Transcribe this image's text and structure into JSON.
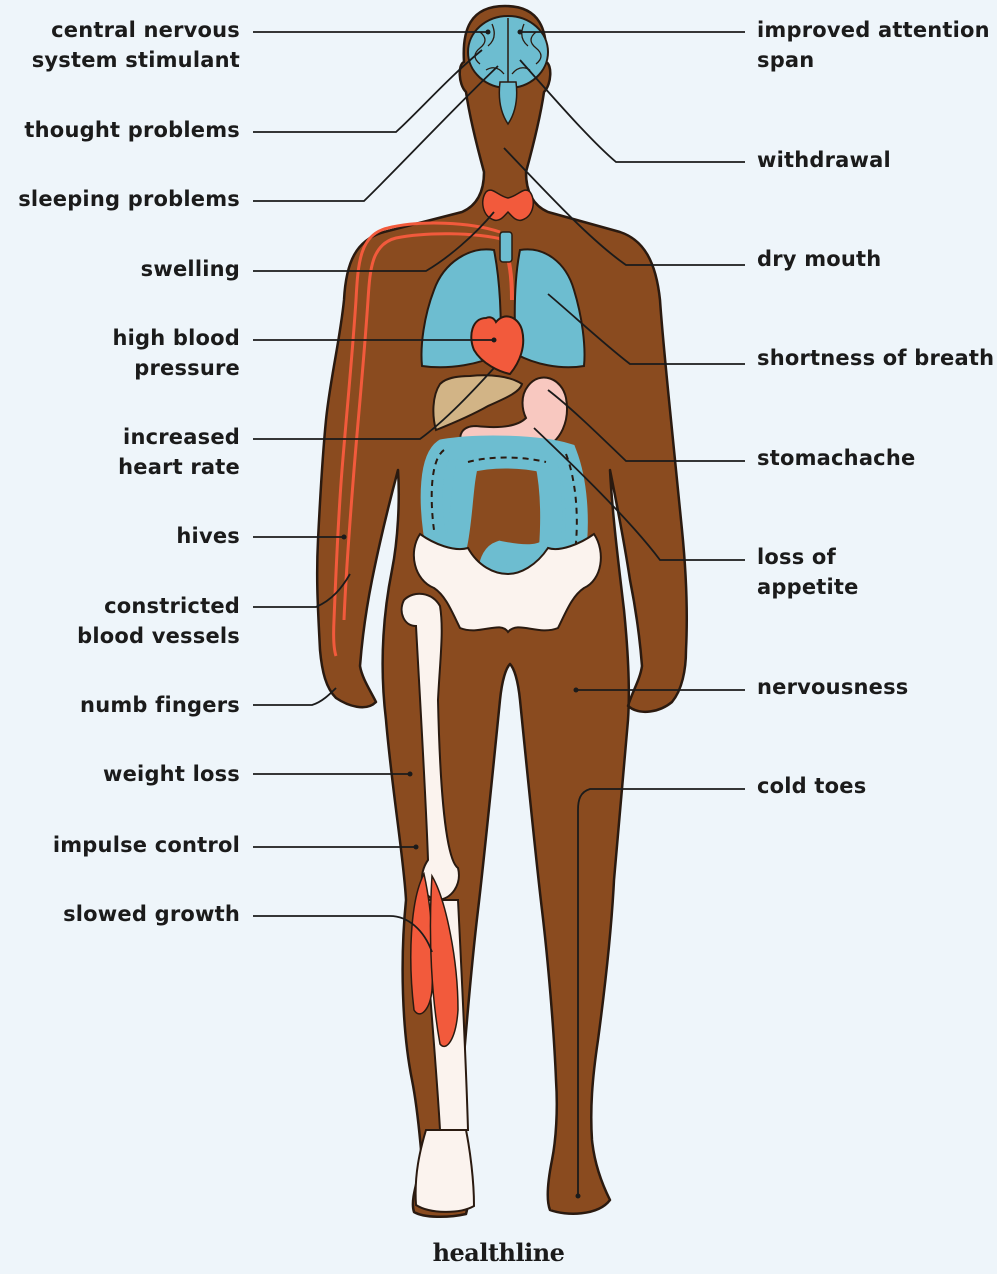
{
  "colors": {
    "background": "#eef5fa",
    "skin": "#8a4b1f",
    "outline": "#2a1a10",
    "organ_blue": "#6dbdd0",
    "organ_red": "#f25a3c",
    "bone": "#fbf3ee",
    "liver": "#d2b486",
    "stomach": "#f8c8c0",
    "leader": "#1b1b1b"
  },
  "labels_left": [
    {
      "id": "cns-stimulant",
      "lines": [
        "central nervous",
        "system stimulant"
      ]
    },
    {
      "id": "thought-problems",
      "lines": [
        "thought problems"
      ]
    },
    {
      "id": "sleeping-problems",
      "lines": [
        "sleeping problems"
      ]
    },
    {
      "id": "swelling",
      "lines": [
        "swelling"
      ]
    },
    {
      "id": "high-blood-pressure",
      "lines": [
        "high blood",
        "pressure"
      ]
    },
    {
      "id": "increased-heart-rate",
      "lines": [
        "increased",
        "heart rate"
      ]
    },
    {
      "id": "hives",
      "lines": [
        "hives"
      ]
    },
    {
      "id": "constricted-blood-vessels",
      "lines": [
        "constricted",
        "blood vessels"
      ]
    },
    {
      "id": "numb-fingers",
      "lines": [
        "numb fingers"
      ]
    },
    {
      "id": "weight-loss",
      "lines": [
        "weight loss"
      ]
    },
    {
      "id": "impulse-control",
      "lines": [
        "impulse control"
      ]
    },
    {
      "id": "slowed-growth",
      "lines": [
        "slowed growth"
      ]
    }
  ],
  "labels_right": [
    {
      "id": "improved-attention-span",
      "lines": [
        "improved attention",
        "span"
      ]
    },
    {
      "id": "withdrawal",
      "lines": [
        "withdrawal"
      ]
    },
    {
      "id": "dry-mouth",
      "lines": [
        "dry mouth"
      ]
    },
    {
      "id": "shortness-of-breath",
      "lines": [
        "shortness of breath"
      ]
    },
    {
      "id": "stomachache",
      "lines": [
        "stomachache"
      ]
    },
    {
      "id": "loss-of-appetite",
      "lines": [
        "loss of",
        "appetite"
      ]
    },
    {
      "id": "nervousness",
      "lines": [
        "nervousness"
      ]
    },
    {
      "id": "cold-toes",
      "lines": [
        "cold toes"
      ]
    }
  ],
  "brand": "healthline"
}
